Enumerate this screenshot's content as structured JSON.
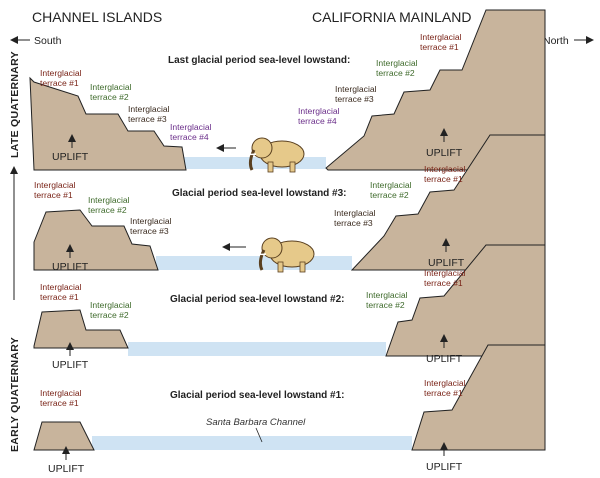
{
  "headers": {
    "left": "CHANNEL ISLANDS",
    "right": "CALIFORNIA MAINLAND"
  },
  "directions": {
    "south": "South",
    "north": "North"
  },
  "axis": {
    "late": "LATE QUATERNARY",
    "early": "EARLY QUATERNARY"
  },
  "uplift_label": "UPLIFT",
  "channel_label": "Santa Barbara Channel",
  "stages": [
    {
      "title": "Last glacial period sea-level lowstand:"
    },
    {
      "title": "Glacial period sea-level lowstand #3:"
    },
    {
      "title": "Glacial period sea-level lowstand #2:"
    },
    {
      "title": "Glacial period sea-level lowstand #1:"
    }
  ],
  "terraces": {
    "t1": [
      "Interglacial",
      "terrace #1"
    ],
    "t2": [
      "Interglacial",
      "terrace #2"
    ],
    "t3": [
      "Interglacial",
      "terrace #3"
    ],
    "t4": [
      "Interglacial",
      "terrace #4"
    ]
  },
  "colors": {
    "land": "#c8b49c",
    "water": "#cfe3f3",
    "terrace1": "#7a2418",
    "terrace2": "#3f6b2c",
    "terrace3": "#3b2b1f",
    "terrace4": "#6b2f8a",
    "mammoth": "#e6c98a"
  }
}
